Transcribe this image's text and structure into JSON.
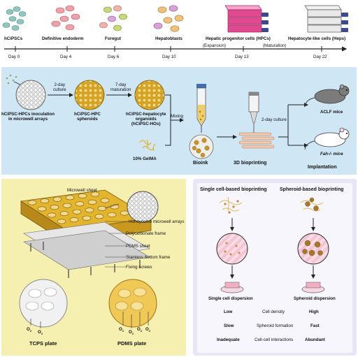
{
  "timeline": {
    "stages": [
      {
        "name": "hCiPSCs",
        "day": "Day 0"
      },
      {
        "name": "Definitive endoderm",
        "day": "Day 4"
      },
      {
        "name": "Foregut",
        "day": "Day 6"
      },
      {
        "name": "Hepatoblasts",
        "day": "Day 10"
      },
      {
        "name": "Hepatic progenitor cells (HPCs)",
        "day": "Day 13"
      },
      {
        "name": "Hepatocyte-like cells (Heps)",
        "day": "Day 22"
      }
    ],
    "phase_expansion": "(Expansion)",
    "phase_maturation": "(Maturation)"
  },
  "workflow": {
    "step1": "hCiPSC-HPCs inoculation\nin microwell arrays",
    "culture1": "2-day\nculture",
    "step2": "hCiPSC-HPC\nspheroids",
    "maturation": "7-day\nmaturation",
    "step3": "hCiPSC-hepatocyte\norganoids\n(hCiPSC-HOs)",
    "mixing": "Mixing",
    "gelma": "10% GelMA",
    "bioink": "Bioink",
    "bioprinting": "3D bioprinting",
    "culture2": "2-day culture",
    "aclf": "ACLF mice",
    "fah": "Fah-/- mice",
    "implantation": "Implantation"
  },
  "device": {
    "labels": [
      "Microwell sheet",
      "Honeycomb microwell arrays",
      "Polycarbonate frame",
      "PDMS sheet",
      "Stainless bottom frame",
      "Fixing screws"
    ],
    "tcps": "TCPS plate",
    "pdms": "PDMS plate",
    "o2": "O",
    "o2_sub": "2"
  },
  "comparison": {
    "single_title": "Single cell-based bioprinting",
    "spheroid_title": "Spheroid-based bioprinting",
    "single_caption": "Single cell dispersion",
    "spheroid_caption": "Spheroid dispersion",
    "rows": [
      {
        "left": "Low",
        "metric": "Cell density",
        "right": "High"
      },
      {
        "left": "Slow",
        "metric": "Spheroid formation",
        "right": "Fast"
      },
      {
        "left": "Inadequate",
        "metric": "Cell-cell interactions",
        "right": "Abundant"
      }
    ]
  },
  "colors": {
    "panel_b": "#cfe6f5",
    "panel_c": "#f6f0b0",
    "panel_d": "#e8e6f6",
    "gold": "#e3b52c",
    "pink": "#e0488f",
    "arrow": "#222222"
  }
}
